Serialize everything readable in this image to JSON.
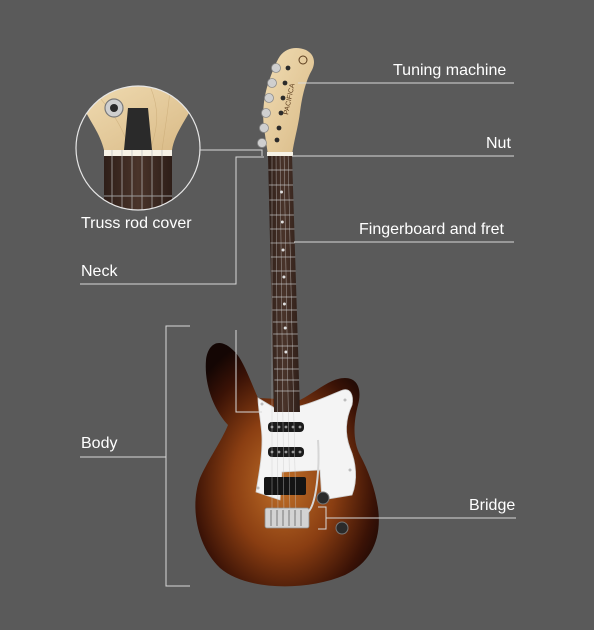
{
  "labels": {
    "tuning_machine": "Tuning machine",
    "nut": "Nut",
    "fingerboard_and_fret": "Fingerboard and fret",
    "truss_rod_cover": "Truss rod cover",
    "neck": "Neck",
    "body": "Body",
    "bridge": "Bridge"
  },
  "headstock_logo_text": "PACIFICA",
  "colors": {
    "background": "#5a5a5a",
    "leader_line": "#d8d8d8",
    "label_text": "#ffffff",
    "body_sunburst_center": "#b5651d",
    "body_sunburst_edge": "#140604",
    "headstock_wood": "#e9d2a6",
    "fingerboard": "#3b2a22",
    "pickguard": "#f4f4f4"
  }
}
